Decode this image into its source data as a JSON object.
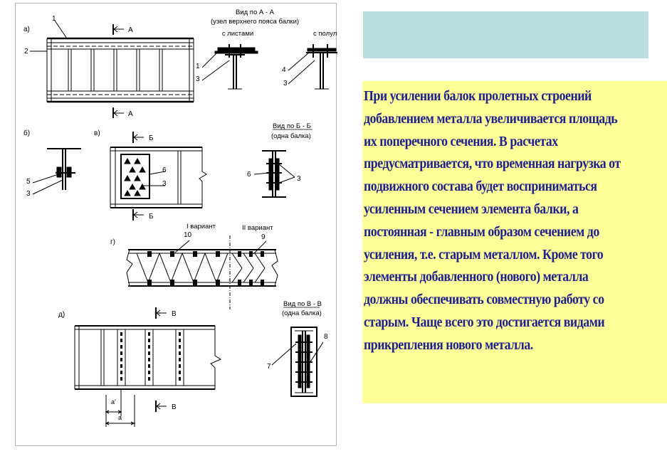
{
  "drawing": {
    "fig_a": "а)",
    "fig_b": "б)",
    "fig_v": "в)",
    "fig_g": "г)",
    "fig_d": "д)",
    "view_aa_title": "Вид по А - А",
    "view_aa_sub": "(узел верхнего пояса балки)",
    "with_plates": "с листами",
    "with_semi": "с полулистами",
    "view_bb_title": "Вид по Б - Б",
    "view_bb_sub": "(одна балка)",
    "view_vv_title": "Вид по В - В",
    "view_vv_sub": "(одна балка)",
    "variant_1": "I вариант",
    "variant_2": "II вариант",
    "cut_a": "А",
    "cut_b": "Б",
    "cut_v": "В",
    "dim_a1": "а'",
    "dim_a": "а",
    "n1": "1",
    "n2": "2",
    "n3": "3",
    "n4": "4",
    "n5": "5",
    "n6": "6",
    "n7": "7",
    "n8": "8",
    "n9": "9",
    "n10": "10"
  },
  "title_box": {
    "color": "#b9dfe0"
  },
  "text_box": {
    "color": "#ffff99",
    "lines": [
      "При усилении балок пролетных строений",
      "добавлением металла увеличивается площадь",
      "их поперечного сечения. В расчетах",
      "предусматривается, что временная нагрузка от",
      "подвижного состава будет восприниматься",
      "усиленным сечением элемента балки, а",
      "постоянная - главным образом сечением до",
      "усиления, т.е. старым металлом. Кроме того",
      "элементы добавленного (нового) металла",
      "должны обеспечивать совместную работу со",
      "старым. Чаще всего это достигается видами",
      "прикрепления нового металла."
    ]
  }
}
